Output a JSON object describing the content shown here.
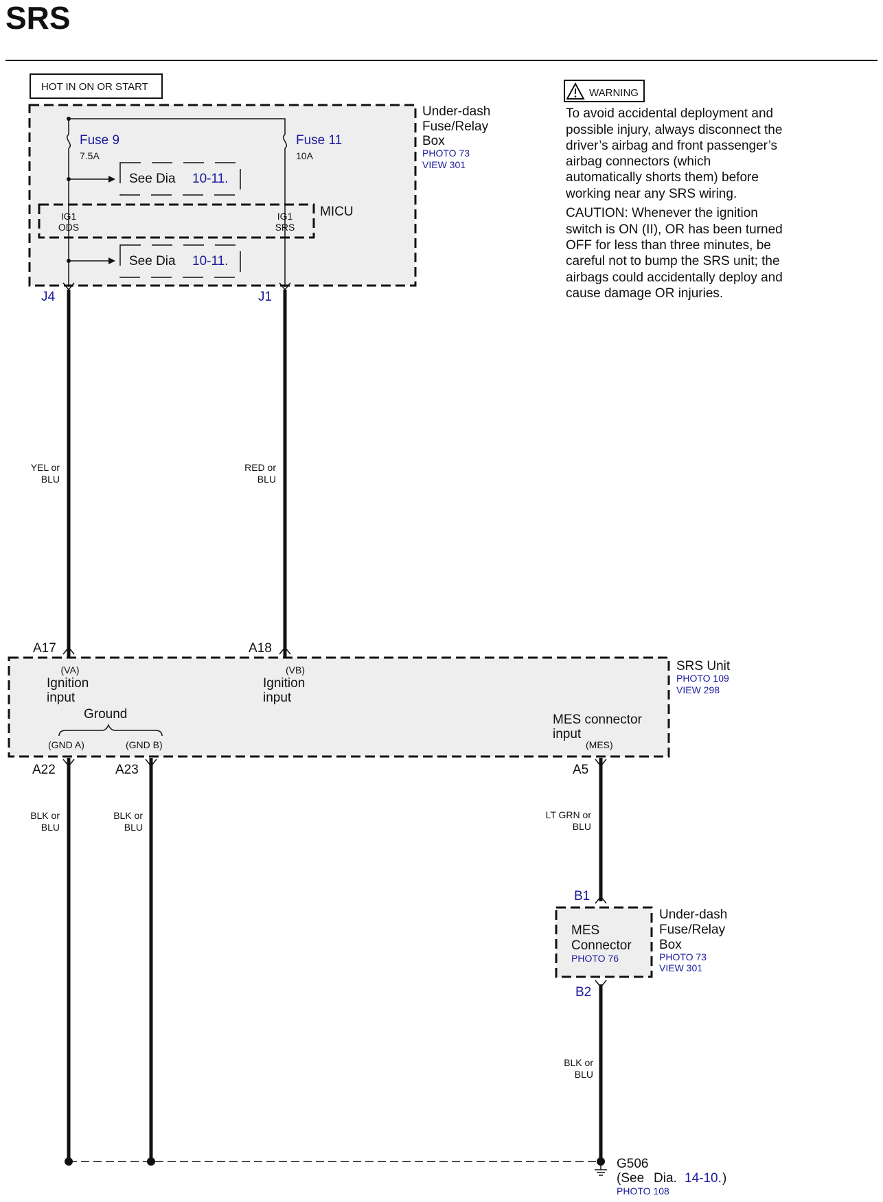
{
  "title": "SRS",
  "hot_label": "HOT IN ON OR START",
  "warning": {
    "label": "WARNING",
    "lines": [
      "To avoid accidental deployment and",
      "possible injury, always disconnect the",
      "driver’s airbag and front passenger’s",
      "airbag connectors (which",
      "automatically shorts them) before",
      "working near any SRS wiring."
    ],
    "caution_lines": [
      "CAUTION: Whenever the ignition",
      "switch is ON (II), OR has been turned",
      "OFF for less than three minutes, be",
      "careful not to bump the SRS unit; the",
      "airbags could accidentally deploy and",
      "cause damage OR injuries."
    ]
  },
  "fuse_box": {
    "name_lines": [
      "Under-dash",
      "Fuse/Relay",
      "Box"
    ],
    "photo": "PHOTO 73",
    "view": "VIEW 301"
  },
  "fuse9": {
    "name": "Fuse 9",
    "rating": "7.5A"
  },
  "fuse11": {
    "name": "Fuse 11",
    "rating": "10A"
  },
  "see_dia": {
    "prefix": "See Dia",
    "ref": "10-11."
  },
  "micu": {
    "name": "MICU",
    "pin_left": [
      "IG1",
      "ODS"
    ],
    "pin_right": [
      "IG1",
      "SRS"
    ]
  },
  "connectors": {
    "j4": "J4",
    "j1": "J1",
    "a17": "A17",
    "a18": "A18",
    "a22": "A22",
    "a23": "A23",
    "a5": "A5",
    "b1": "B1",
    "b2": "B2"
  },
  "wires": {
    "w1": [
      "YEL or",
      "BLU"
    ],
    "w2": [
      "RED or",
      "BLU"
    ],
    "w3": [
      "BLK or",
      "BLU"
    ],
    "w4": [
      "BLK or",
      "BLU"
    ],
    "w5": [
      "LT GRN or",
      "BLU"
    ],
    "w6": [
      "BLK or",
      "BLU"
    ]
  },
  "srs_unit": {
    "name": "SRS Unit",
    "photo": "PHOTO 109",
    "view": "VIEW 298",
    "va": "(VA)",
    "vb": "(VB)",
    "ignition_lines": [
      "Ignition",
      "input"
    ],
    "ground": "Ground",
    "gnd_a": "(GND A)",
    "gnd_b": "(GND B)",
    "mes_lines": [
      "MES connector",
      "input"
    ],
    "mes": "(MES)"
  },
  "mes_connector": {
    "name_lines": [
      "MES",
      "Connector"
    ],
    "photo": "PHOTO 76",
    "box_lines": [
      "Under-dash",
      "Fuse/Relay",
      "Box"
    ],
    "box_photo": "PHOTO 73",
    "box_view": "VIEW 301"
  },
  "ground_point": {
    "name": "G506",
    "see_prefix": "(See",
    "see_dia": "Dia.",
    "ref": "14-10.",
    "close": ")",
    "photo": "PHOTO 108"
  }
}
